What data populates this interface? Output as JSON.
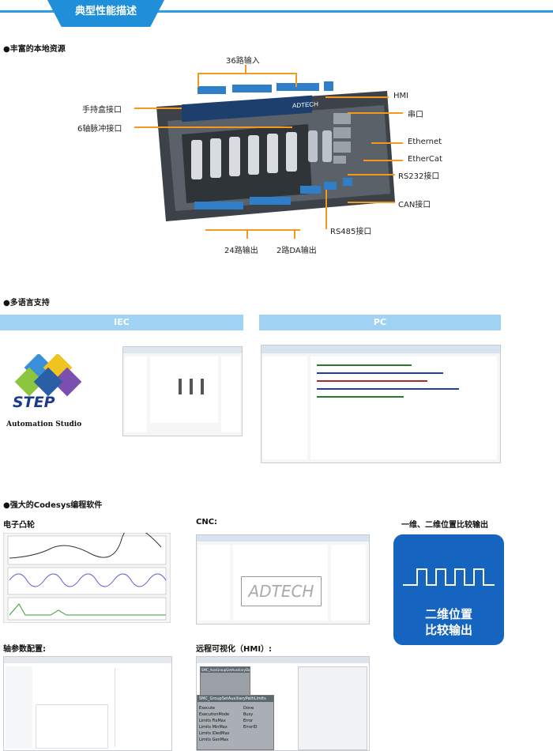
{
  "header": {
    "title": "典型性能描述"
  },
  "sections": {
    "resources": "●丰富的本地资源",
    "languages": "●多语言支持",
    "codesys": "●强大的Codesys编程软件"
  },
  "device": {
    "brand": "ADTECH",
    "labels": {
      "inputs": "36路输入",
      "handbox": "手持盒接口",
      "pulse": "6轴脉冲接口",
      "hmi": "HMI",
      "serial": "串口",
      "ethernet": "Ethernet",
      "ethercat": "EtherCat",
      "rs232": "RS232接口",
      "can": "CAN接口",
      "rs485": "RS485接口",
      "outputs": "24路输出",
      "da": "2路DA输出"
    }
  },
  "language_tabs": {
    "iec": "IEC",
    "pc": "PC"
  },
  "step_logo": {
    "word": "STEP",
    "subtitle": "Automation Studio"
  },
  "panels": {
    "cam": "电子凸轮",
    "cnc": "CNC:",
    "compare_title": "一维、二维位置比较输出",
    "compare_line1": "二维位置",
    "compare_line2": "比较输出",
    "axis": "轴参数配置:",
    "hmi": "远程可视化（HMI）:"
  },
  "hmi_block": {
    "title1": "SMC_GroupSetAuxiliaryPathLimits",
    "rows": [
      "Execute",
      "ExecutionMode",
      "Limits FixMax",
      "Limits MinMax",
      "Limits IDedMax",
      "Limits GenMax"
    ],
    "outs": [
      "Done",
      "Busy",
      "Error",
      "ErrorID"
    ],
    "small_title": "SMC_AxisGroupGetAuxiliaryData"
  },
  "colors": {
    "accent": "#1e8fd8",
    "orange": "#f39a1e",
    "tab": "#9fd2f3",
    "compare_bg": "#1565c0"
  }
}
